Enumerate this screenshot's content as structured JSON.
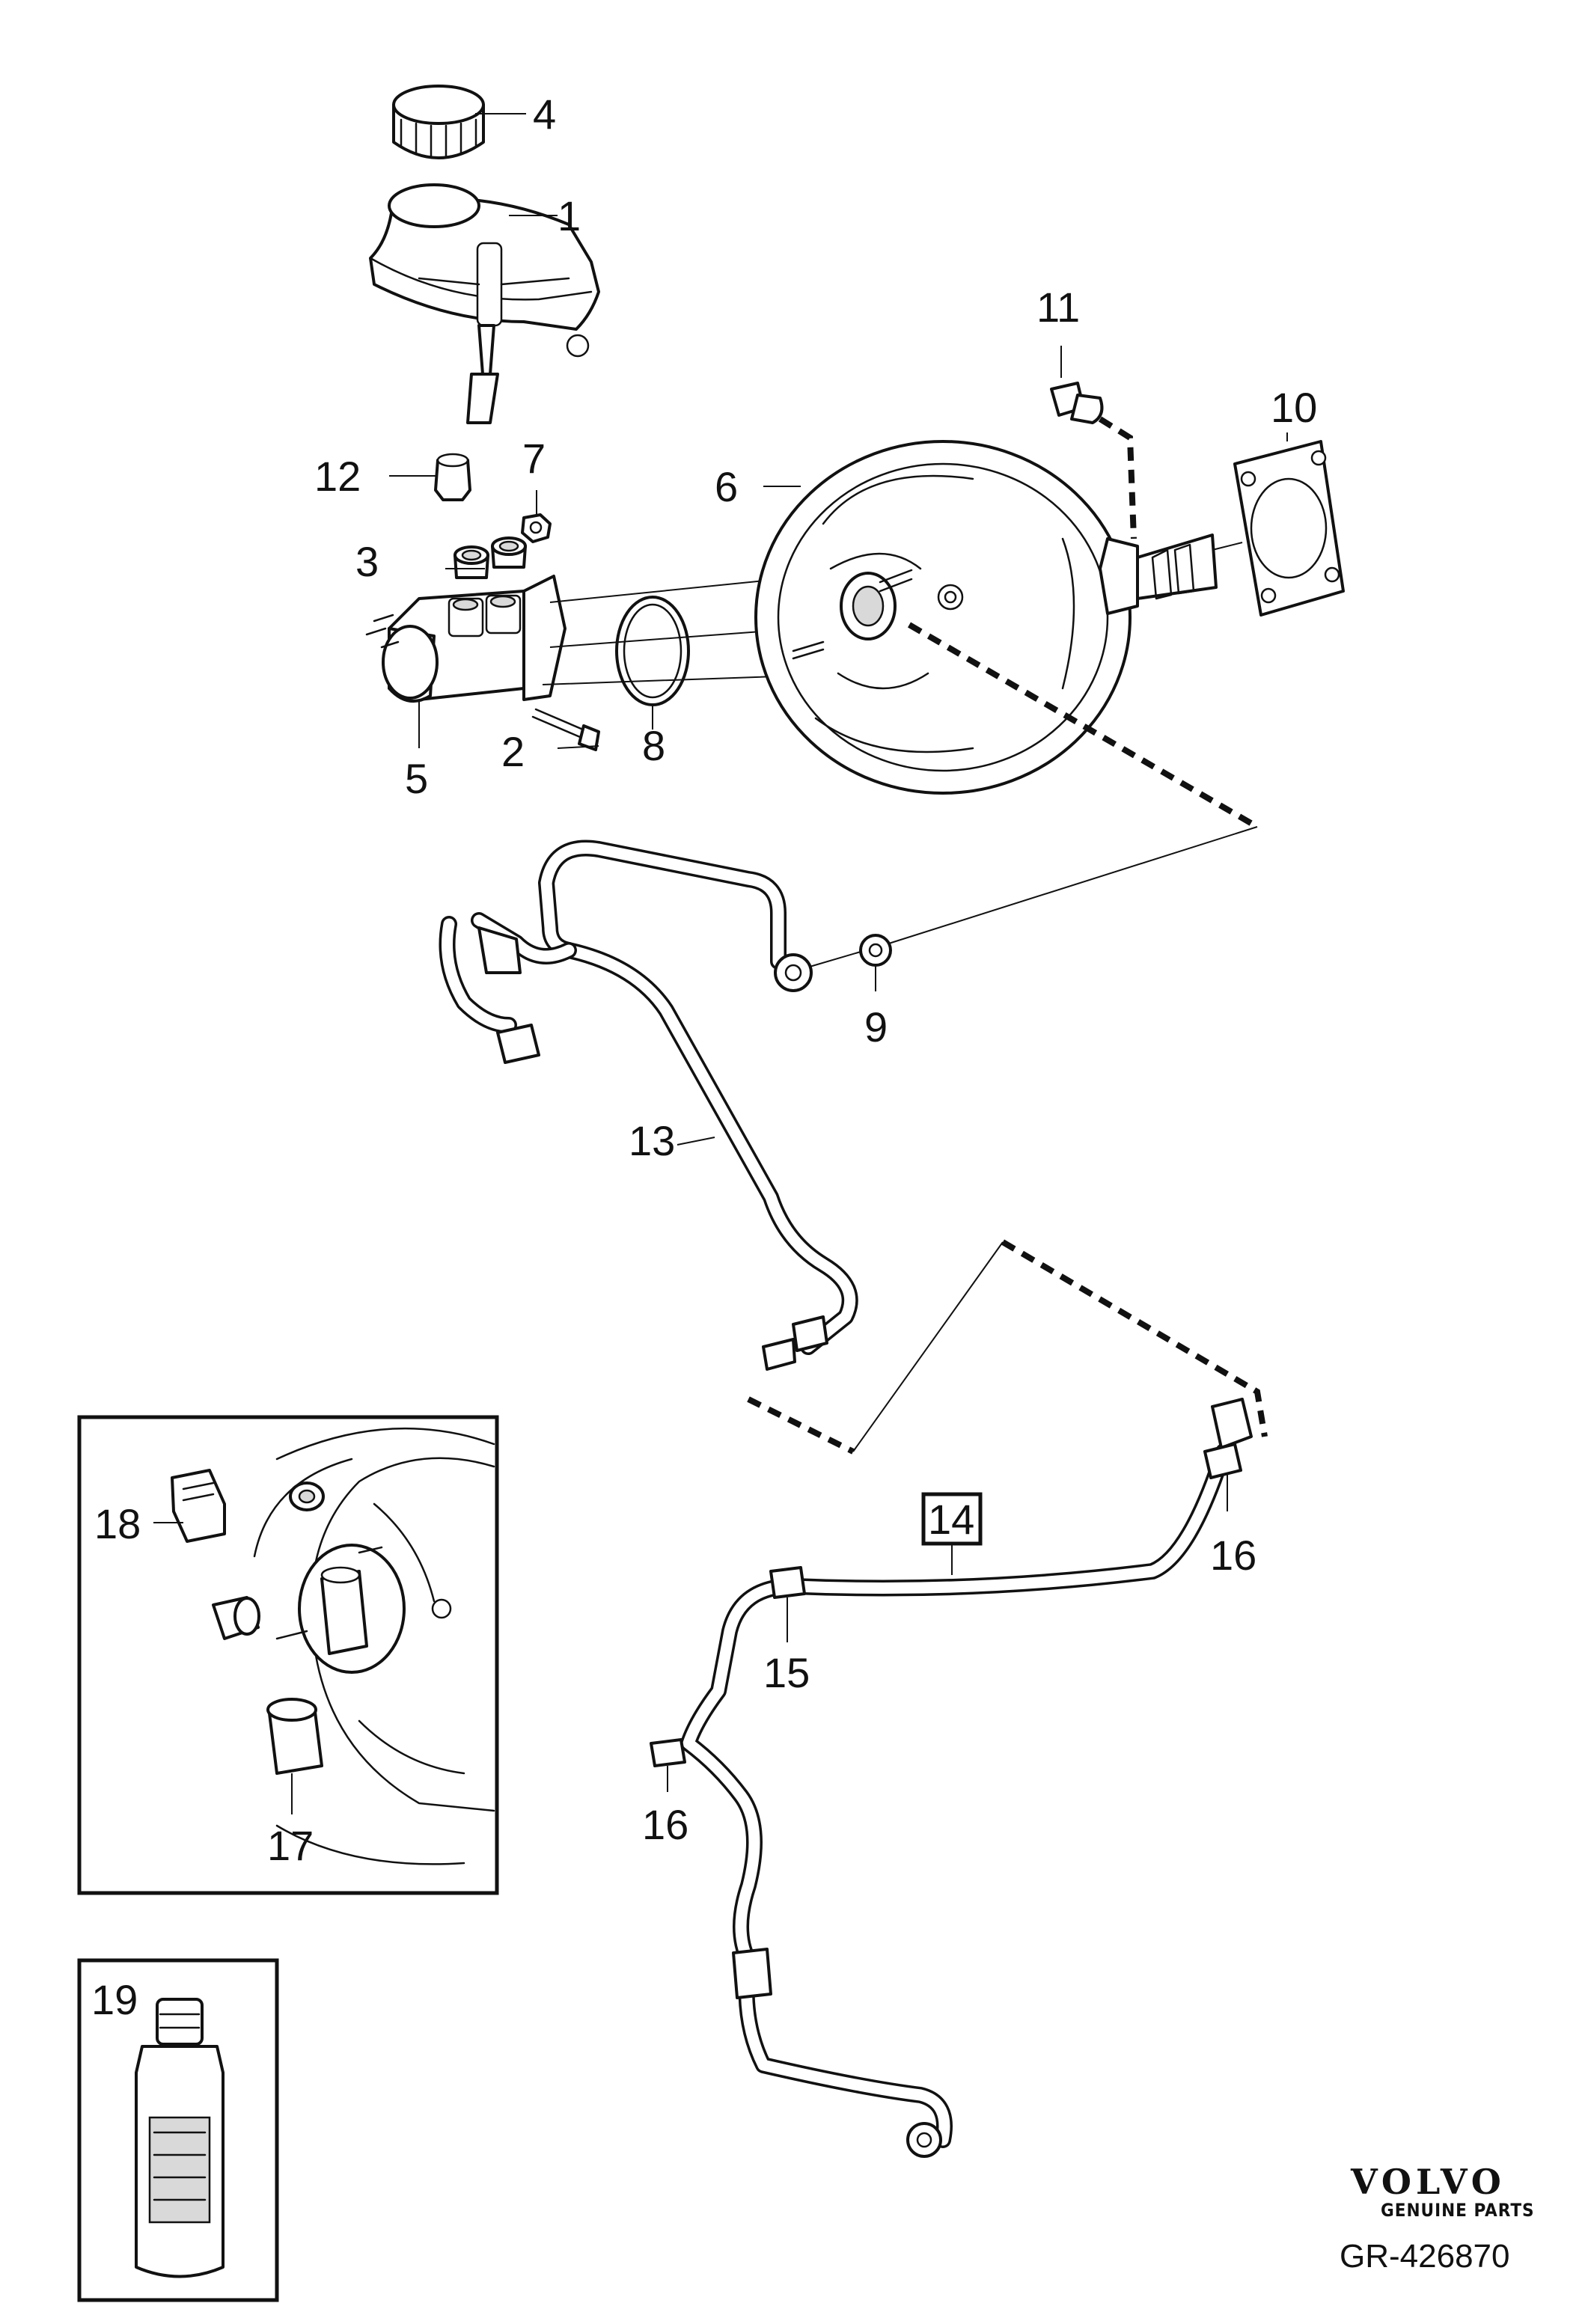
{
  "callouts": {
    "c1": "1",
    "c2": "2",
    "c3": "3",
    "c4": "4",
    "c5": "5",
    "c6": "6",
    "c7": "7",
    "c8": "8",
    "c9": "9",
    "c10": "10",
    "c11": "11",
    "c12": "12",
    "c13": "13",
    "c14": "14",
    "c15": "15",
    "c16a": "16",
    "c16b": "16",
    "c17": "17",
    "c18": "18",
    "c19": "19"
  },
  "brand": {
    "name": "VOLVO",
    "tagline": "GENUINE PARTS"
  },
  "drawing_number": "GR-426870",
  "colors": {
    "ink": "#111111",
    "paper": "#ffffff"
  }
}
